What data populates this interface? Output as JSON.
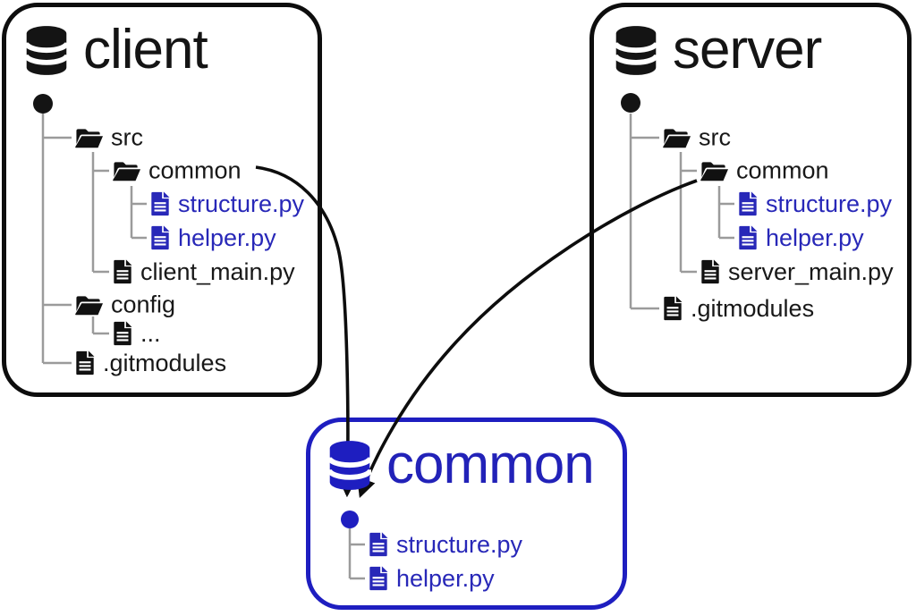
{
  "client_repo": {
    "title": "client",
    "items": [
      {
        "label": "src",
        "type": "folder"
      },
      {
        "label": "common",
        "type": "folder"
      },
      {
        "label": "structure.py",
        "type": "file",
        "highlighted": true
      },
      {
        "label": "helper.py",
        "type": "file",
        "highlighted": true
      },
      {
        "label": "client_main.py",
        "type": "file",
        "highlighted": false
      },
      {
        "label": "config",
        "type": "folder"
      },
      {
        "label": "...",
        "type": "file",
        "highlighted": false
      },
      {
        "label": ".gitmodules",
        "type": "file",
        "highlighted": false
      }
    ]
  },
  "server_repo": {
    "title": "server",
    "items": [
      {
        "label": "src",
        "type": "folder"
      },
      {
        "label": "common",
        "type": "folder"
      },
      {
        "label": "structure.py",
        "type": "file",
        "highlighted": true
      },
      {
        "label": "helper.py",
        "type": "file",
        "highlighted": true
      },
      {
        "label": "server_main.py",
        "type": "file",
        "highlighted": false
      },
      {
        "label": ".gitmodules",
        "type": "file",
        "highlighted": false
      }
    ]
  },
  "common_repo": {
    "title": "common",
    "items": [
      {
        "label": "structure.py",
        "type": "file",
        "highlighted": true
      },
      {
        "label": "helper.py",
        "type": "file",
        "highlighted": true
      }
    ]
  },
  "connections": [
    {
      "from": "client src/common folder",
      "to": "common repo root"
    },
    {
      "from": "server src/common folder",
      "to": "common repo root"
    }
  ],
  "colors": {
    "accent_blue": "#1e1ec0",
    "text_blue": "#2828b8",
    "ink_black": "#0d0d0d",
    "tree_line_gray": "#9b9b9b"
  }
}
